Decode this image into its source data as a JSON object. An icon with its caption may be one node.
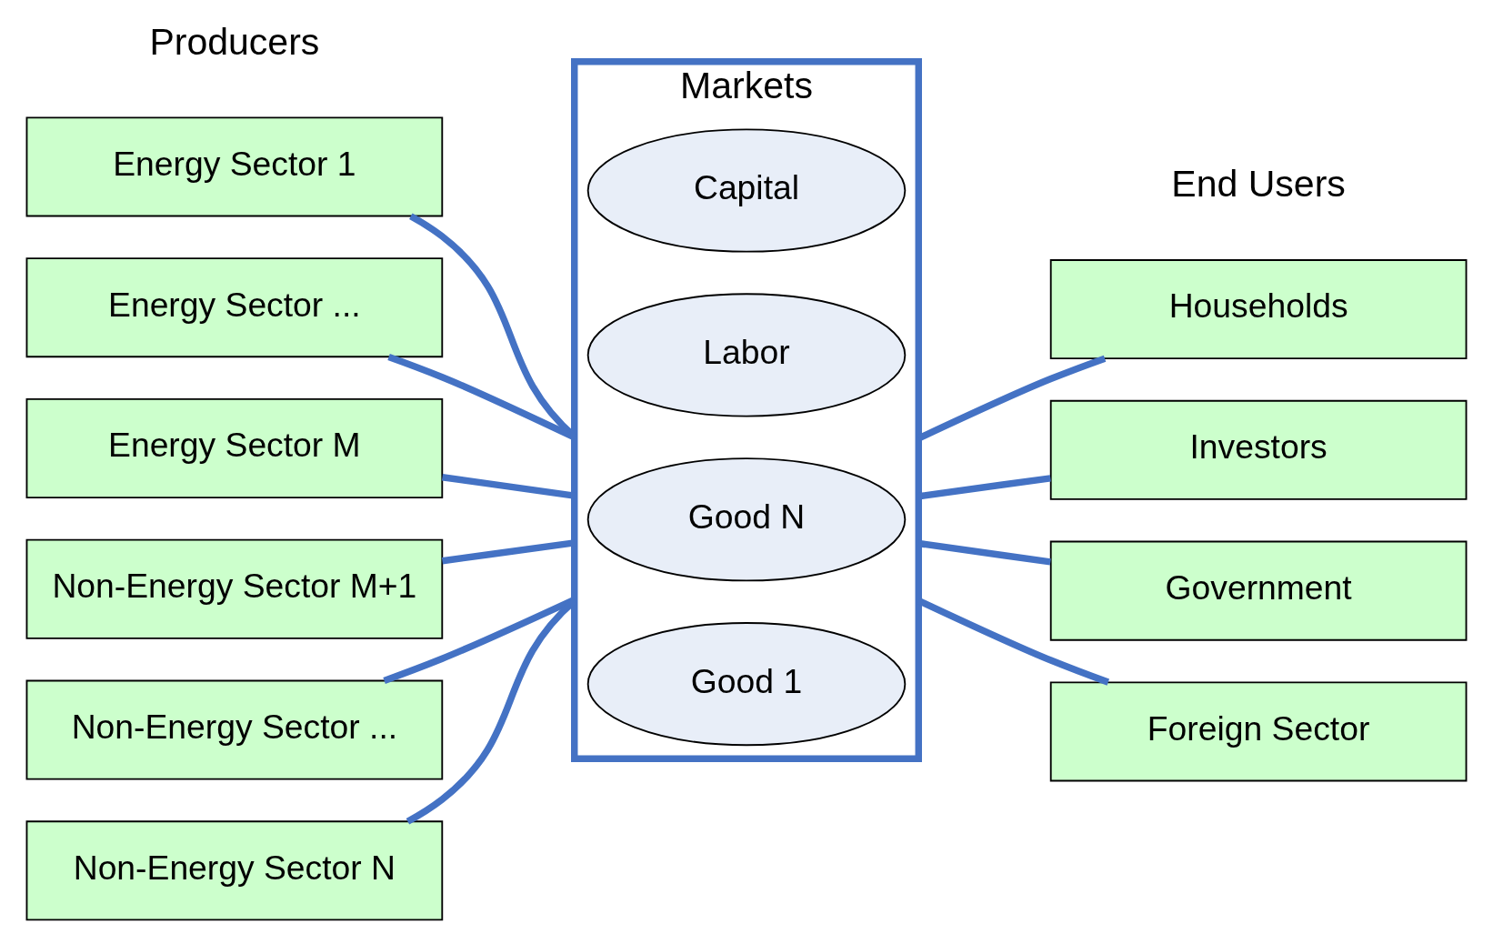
{
  "diagram": {
    "nodes": [
      {
        "text": [
          "Energy Sector 1"
        ]
      },
      {
        "text": [
          "Energy Sector ..."
        ]
      },
      {
        "text": [
          "Energy Sector M"
        ]
      },
      {
        "text": [
          "Non-Energy Sector M+1"
        ]
      },
      {
        "text": [
          "Non-Energy Sector ..."
        ]
      },
      {
        "text": [
          "Non-Energy Sector N"
        ]
      },
      {
        "text": [
          "Markets"
        ]
      },
      {
        "text": [
          "Good 1"
        ],
        "in": 6
      },
      {
        "text": [
          "Good N"
        ],
        "in": 6
      },
      {
        "text": [
          "Labor"
        ],
        "in": 6
      },
      {
        "text": [
          "Capital"
        ],
        "in": 6
      },
      {
        "text": [
          "Households"
        ]
      },
      {
        "text": [
          "Investors"
        ]
      },
      {
        "text": [
          "Government"
        ]
      },
      {
        "text": [
          "Foreign Sector"
        ]
      }
    ],
    "edges": [
      {
        "from": 0,
        "to": 6,
        "arrow": "none"
      },
      {
        "from": 1,
        "to": 6,
        "arrow": "none"
      },
      {
        "from": 2,
        "to": 6,
        "arrow": "none"
      },
      {
        "from": 3,
        "to": 6,
        "arrow": "none"
      },
      {
        "from": 4,
        "to": 6,
        "arrow": "none"
      },
      {
        "from": 5,
        "to": 6,
        "arrow": "none"
      },
      {
        "from": 6,
        "to": 11,
        "arrow": "none"
      },
      {
        "from": 6,
        "to": 12,
        "arrow": "none"
      },
      {
        "from": 6,
        "to": 13,
        "arrow": "none"
      },
      {
        "from": 6,
        "to": 14,
        "arrow": "none"
      }
    ],
    "labels": [
      "Producers",
      "End Users"
    ]
  }
}
